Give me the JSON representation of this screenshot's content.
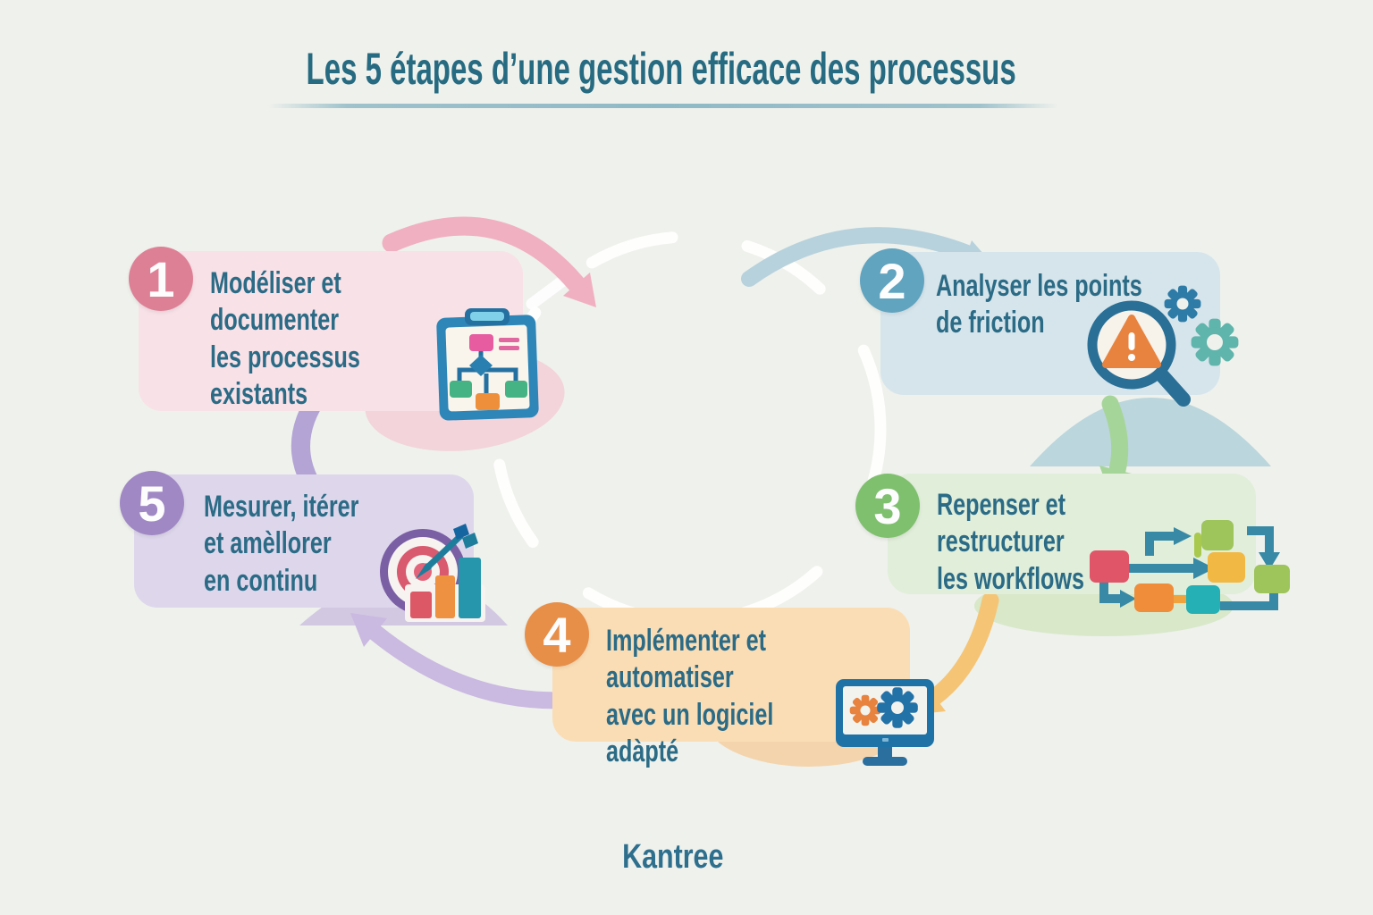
{
  "title": "Les 5 étapes d’une gestion efficace des processus",
  "title_color": "#266b81",
  "underline_color": "#9fc2cc",
  "background_color": "#eff1ec",
  "text_color": "#2b6b86",
  "brand": "Kantree",
  "diagram_type": "circular-process-cycle",
  "steps": [
    {
      "number": "1",
      "label": "Modéliser et documenter\nles processus existants",
      "circle_color": "#de8095",
      "panel_color": "#f8e1e7",
      "icon": "clipboard-flowchart-icon"
    },
    {
      "number": "2",
      "label": "Analyser les points\nde friction",
      "circle_color": "#61a4c0",
      "panel_color": "#d6e5ec",
      "icon": "magnifier-warning-gears-icon"
    },
    {
      "number": "3",
      "label": "Repenser et restructurer\nles workflows",
      "circle_color": "#7fc06e",
      "panel_color": "#e1eeda",
      "icon": "workflow-boxes-icon"
    },
    {
      "number": "4",
      "label": "Implémenter et automatiser\navec un logiciel adàpté",
      "circle_color": "#e78f49",
      "panel_color": "#fbddb5",
      "icon": "monitor-gears-icon"
    },
    {
      "number": "5",
      "label": "Mesurer, itérer\net amèllorer\nen continu",
      "circle_color": "#a088c4",
      "panel_color": "#ded7ec",
      "icon": "target-chart-icon"
    }
  ],
  "arrows": [
    {
      "from": "1",
      "to": "2",
      "color": "#f0b0c2"
    },
    {
      "from": "2",
      "to": "3",
      "color": "#a6d59a"
    },
    {
      "from": "3",
      "to": "4",
      "color": "#f5c475"
    },
    {
      "from": "4",
      "to": "5",
      "color": "#cab9e0"
    },
    {
      "from": "5",
      "to": "1",
      "color": "#b3a4d5"
    },
    {
      "from": "entry",
      "to": "2",
      "color": "#b7d2dc"
    }
  ]
}
